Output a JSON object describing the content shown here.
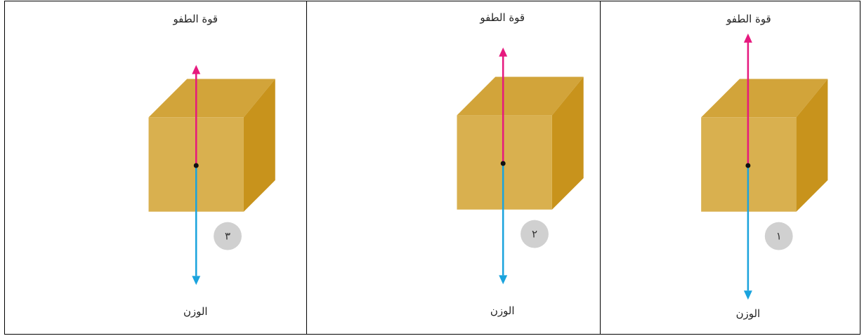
{
  "panels": [
    {
      "number": "٣",
      "top_label": "قوة الطفو",
      "bottom_label": "الوزن"
    },
    {
      "number": "٢",
      "top_label": "قوة الطفو",
      "bottom_label": "الوزن"
    },
    {
      "number": "١",
      "top_label": "قوة الطفو",
      "bottom_label": "الوزن"
    }
  ],
  "colors": {
    "buoyancy_arrow": "#e6197e",
    "weight_arrow": "#1aa3dd",
    "cube_front": "#d9b04f",
    "cube_top": "#d2a43a",
    "cube_side": "#c8931c",
    "number_circle": "#d0d0d0",
    "border": "#000000"
  }
}
